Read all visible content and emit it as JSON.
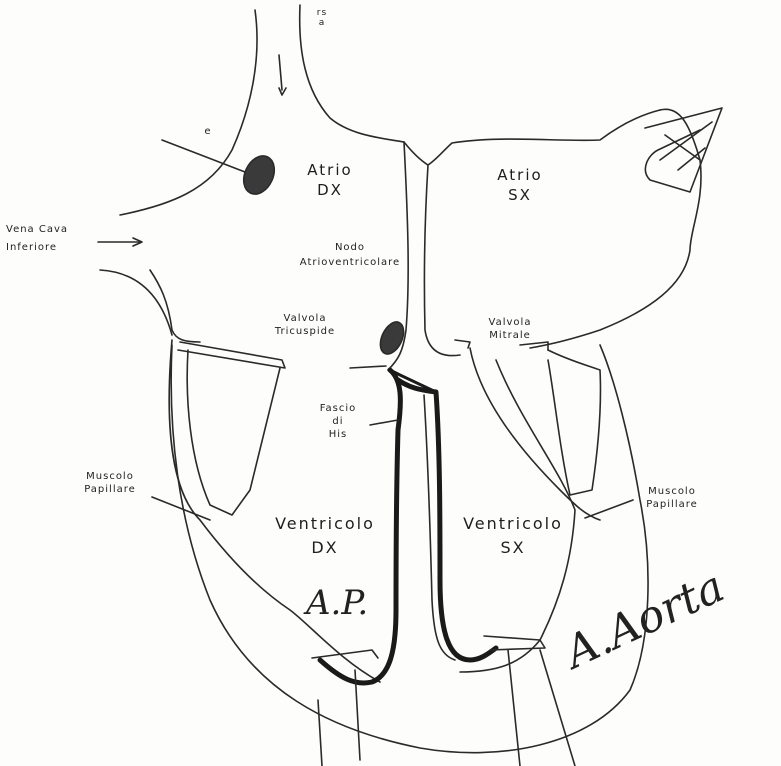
{
  "labels": {
    "top_mark": "rs\na",
    "small_e": "e",
    "atrio_dx": "Atrio\nDX",
    "atrio_sx": "Atrio\nSX",
    "vena_cava": "Vena Cava\nInferiore",
    "nodo": "Nodo\nAtrioventricolare",
    "valvola_tricuspide": "Valvola\nTricuspide",
    "valvola_mitrale": "Valvola\nMitrale",
    "fascio_his": "Fascio\ndi\nHis",
    "muscolo_papillare_left": "Muscolo\nPapillare",
    "muscolo_papillare_right": "Muscolo\nPapillare",
    "ventricolo_dx": "Ventricolo\nDX",
    "ventricolo_sx": "Ventricolo\nSX"
  },
  "handwriting": {
    "ap": "A.P.",
    "aorta": "A.Aorta"
  },
  "colors": {
    "line": "#2a2a2a",
    "fill": "#3a3a3a",
    "paper": "#fdfdfb"
  }
}
